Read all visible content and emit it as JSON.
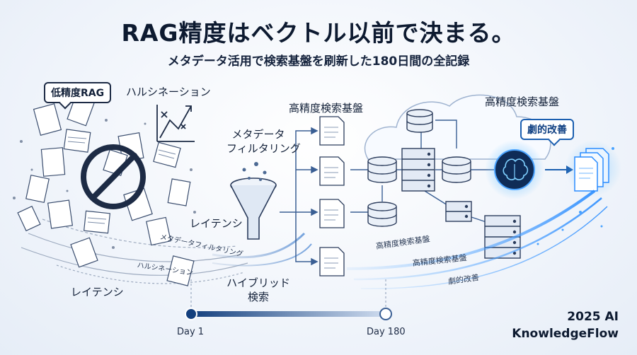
{
  "title": "RAG精度はベクトル以前で決まる。",
  "subtitle": "メタデータ活用で検索基盤を刷新した180日間の全記録",
  "left": {
    "bubble": "低精度RAG",
    "hallucination": "ハルシネーション",
    "latency_1": "レイテンシ",
    "latency_2": "レイテンシ",
    "stream_meta": "メタデータフィルタリング",
    "stream_hallu": "ハルシネーション"
  },
  "center": {
    "metadata_line1": "メタデータ",
    "metadata_line2": "フィルタリング",
    "hybrid_line1": "ハイブリッド",
    "hybrid_line2": "検索",
    "docs_label": "高精度検索基盤"
  },
  "right": {
    "cloud_label": "高精度検索基盤",
    "bubble": "劇的改善",
    "stream_1": "高精度検索基盤",
    "stream_2": "高精度検索基盤",
    "stream_3": "劇的改善"
  },
  "timeline": {
    "start": "Day 1",
    "end": "Day 180"
  },
  "brand": {
    "line1": "2025 AI",
    "line2": "KnowledgeFlow"
  },
  "colors": {
    "accent": "#1b5fb0",
    "dark": "#1d2b45",
    "glow": "#4aa3ff"
  }
}
